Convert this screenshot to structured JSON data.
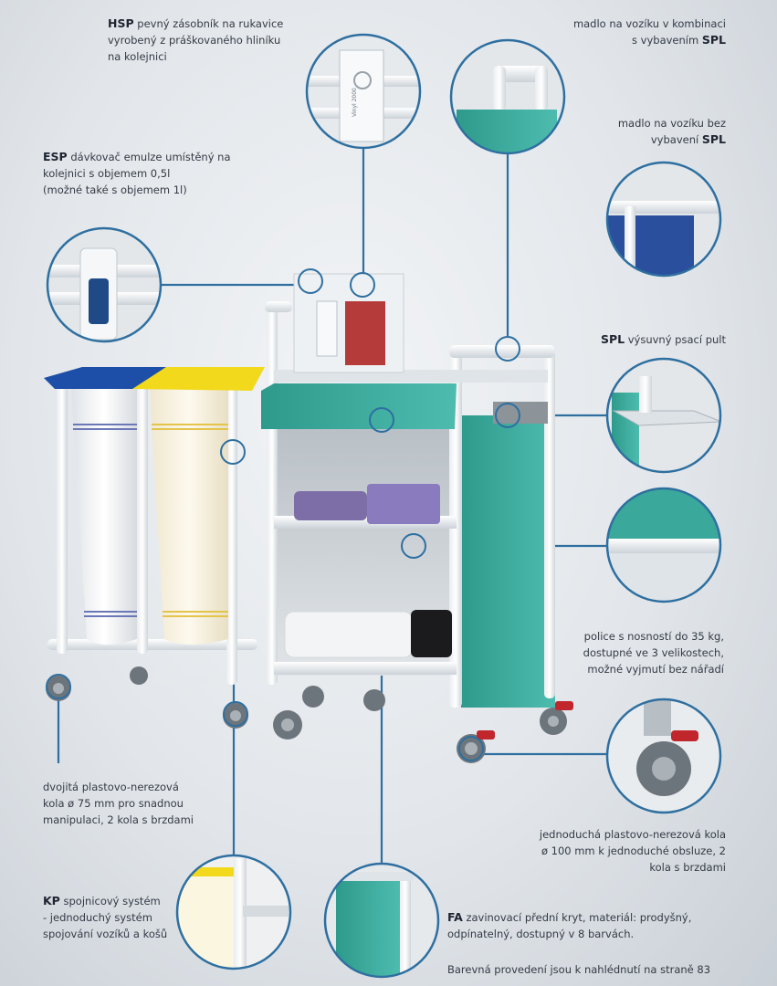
{
  "labels": {
    "hsp": {
      "code": "HSP",
      "text": "pevný zásobník na rukavice",
      "line2": "vyrobený z práškovaného hliníku",
      "line3": "na kolejnici"
    },
    "madlo_spl": {
      "line1": "madlo na vozíku v kombinaci",
      "line2": "s vybavením",
      "code": "SPL"
    },
    "madlo_bez": {
      "line1": "madlo na vozíku bez",
      "line2": "vybavení",
      "code": "SPL"
    },
    "esp": {
      "code": "ESP",
      "text": "dávkovač emulze umístěný na",
      "line2": "kolejnici s objemem 0,5l",
      "line3": "(možné také s objemem 1l)"
    },
    "spl": {
      "code": "SPL",
      "text": "výsuvný psací pult"
    },
    "police": {
      "line1": "police s nosností do 35 kg,",
      "line2": "dostupné ve 3 velikostech,",
      "line3": "možné vyjmutí bez nářadí"
    },
    "dvojita": {
      "line1": "dvojitá plastovo-nerezová",
      "line2": "kola ø 75 mm pro snadnou",
      "line3": "manipulaci, 2 kola s brzdami"
    },
    "jednoducha": {
      "line1": "jednoduchá plastovo-nerezová kola",
      "line2": "ø 100 mm k jednoduché obsluze, 2",
      "line3": "kola s brzdami"
    },
    "kp": {
      "code": "KP",
      "text": "spojnicový systém",
      "line2": "- jednoduchý systém",
      "line3": "spojování vozíků a košů"
    },
    "fa": {
      "code": "FA",
      "text": "zavinovací přední kryt, materiál: prodyšný,",
      "line2": "odpínatelný, dostupný v 8 barvách."
    },
    "barevna": "Barevná provedení jsou k nahlédnutí na straně 83"
  },
  "product": {
    "box_label": "Vinyl 2000"
  },
  "colors": {
    "callout_line": "#2e6fa0",
    "teal": "#3aa89a",
    "blue_lid": "#1e4fa8",
    "yellow_lid": "#f2d91c",
    "navy_panel": "#2a4f9c",
    "brake_red": "#c0262c"
  }
}
